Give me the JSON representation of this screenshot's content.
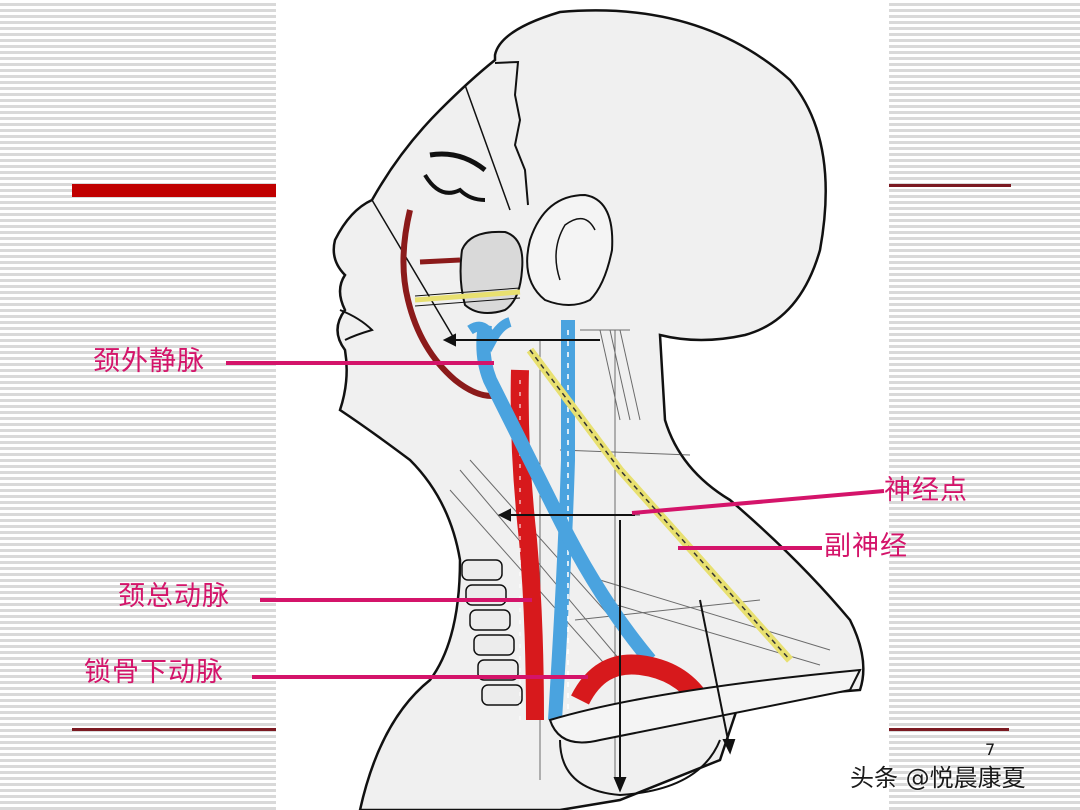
{
  "slide": {
    "page_number": "7",
    "background_stripe_color": "#d9d9d9",
    "accent_bar_color": "#c00000",
    "thin_rule_color": "#7b1a22",
    "label_color": "#d4146a"
  },
  "labels": {
    "external_jugular_vein": "颈外静脉",
    "nerve_point": "神经点",
    "accessory_nerve": "副神经",
    "common_carotid_artery": "颈总动脉",
    "subclavian_artery": "锁骨下动脉"
  },
  "illustration": {
    "subject": "lateral-neck-anatomy",
    "vessel_colors": {
      "artery": "#d7191c",
      "vein": "#4aa3df",
      "nerve": "#e8e070"
    }
  },
  "watermark": {
    "text": "头条 @悦晨康夏"
  }
}
